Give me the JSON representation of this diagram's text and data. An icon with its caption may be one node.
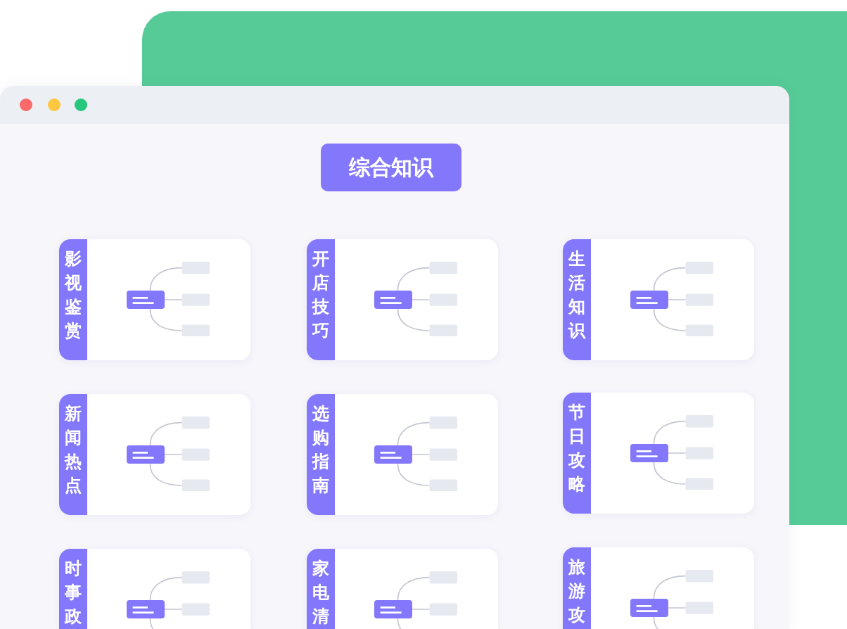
{
  "diagram": {
    "nodes": [
      {
        "text": [
          "综合知识"
        ]
      },
      {
        "text": [
          "影视鉴赏"
        ]
      },
      {
        "text": [
          "开店技巧"
        ]
      },
      {
        "text": [
          "生活知识"
        ]
      },
      {
        "text": [
          "新闻热点"
        ]
      },
      {
        "text": [
          "选购指南"
        ]
      },
      {
        "text": [
          "节日攻略"
        ]
      },
      {
        "text": [
          "时事政"
        ]
      },
      {
        "text": [
          "家电清"
        ]
      },
      {
        "text": [
          "旅游攻"
        ]
      }
    ]
  }
}
